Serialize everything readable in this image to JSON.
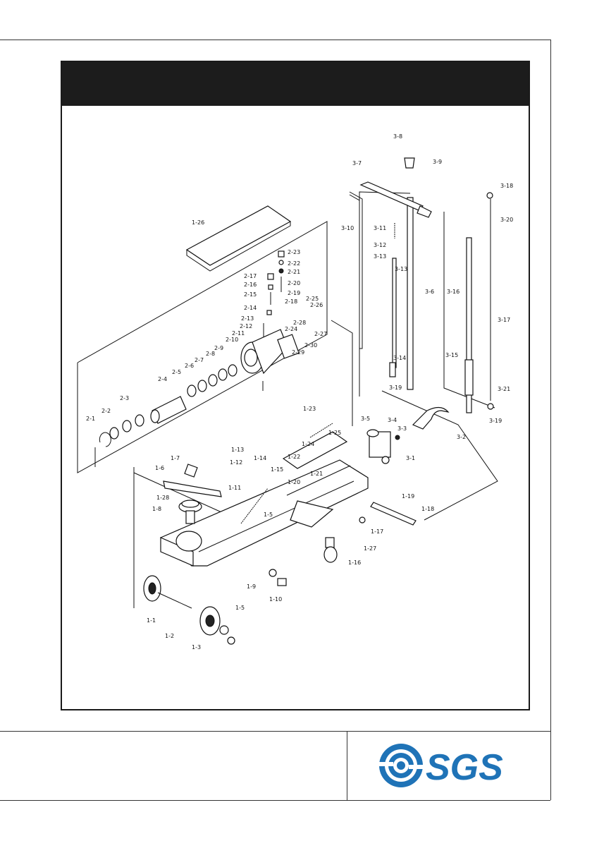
{
  "page": {
    "panel_title": "",
    "footer_note": ""
  },
  "logo": {
    "text": "SGS",
    "color": "#1f73b7"
  },
  "diagram": {
    "labels": [
      "1-1",
      "1-2",
      "1-3",
      "1-5",
      "1-6",
      "1-7",
      "1-8",
      "1-9",
      "1-10",
      "1-11",
      "1-12",
      "1-13",
      "1-14",
      "1-15",
      "1-16",
      "1-17",
      "1-18",
      "1-19",
      "1-20",
      "1-21",
      "1-22",
      "1-23",
      "1-24",
      "1-25",
      "1-26",
      "1-27",
      "1-28",
      "2-1",
      "2-2",
      "2-3",
      "2-4",
      "2-5",
      "2-6",
      "2-7",
      "2-8",
      "2-9",
      "2-10",
      "2-11",
      "2-12",
      "2-13",
      "2-14",
      "2-15",
      "2-16",
      "2-17",
      "2-18",
      "2-19",
      "2-20",
      "2-21",
      "2-22",
      "2-23",
      "2-24",
      "2-25",
      "2-26",
      "2-27",
      "2-28",
      "2-29",
      "2-30",
      "3-1",
      "3-2",
      "3-3",
      "3-4",
      "3-5",
      "3-6",
      "3-7",
      "3-8",
      "3-9",
      "3-10",
      "3-11",
      "3-12",
      "3-13",
      "3-14",
      "3-15",
      "3-16",
      "3-17",
      "3-18",
      "3-19",
      "3-20",
      "3-21"
    ]
  }
}
